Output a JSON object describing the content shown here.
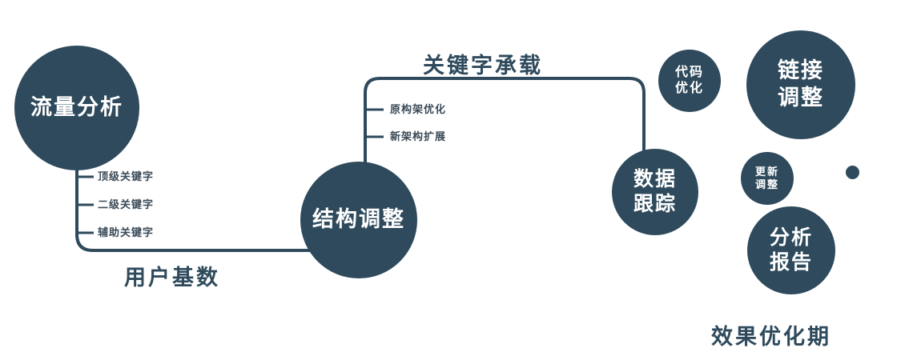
{
  "colors": {
    "node_fill": "#2e4a5c",
    "line_color": "#2e4a5c",
    "label_color": "#2e4a5c",
    "branch_color": "#3a4a57",
    "node_text": "#ffffff"
  },
  "nodes": {
    "traffic": {
      "label": "流量分析"
    },
    "structure": {
      "label": "结构调整"
    },
    "data_tracking": {
      "line1": "数据",
      "line2": "跟踪"
    },
    "code_optimization": {
      "line1": "代码",
      "line2": "优化"
    },
    "link_adjustment": {
      "line1": "链接",
      "line2": "调整"
    },
    "update_adjustment": {
      "line1": "更新",
      "line2": "调整"
    },
    "analysis_report": {
      "line1": "分析",
      "line2": "报告"
    }
  },
  "edge_labels": {
    "keyword_carry": "关键字承载",
    "user_base": "用户基数",
    "effect_period": "效果优化期"
  },
  "branches": {
    "traffic": [
      "顶级关键字",
      "二级关键字",
      "辅助关键字"
    ],
    "structure": [
      "原构架优化",
      "新架构扩展"
    ]
  }
}
